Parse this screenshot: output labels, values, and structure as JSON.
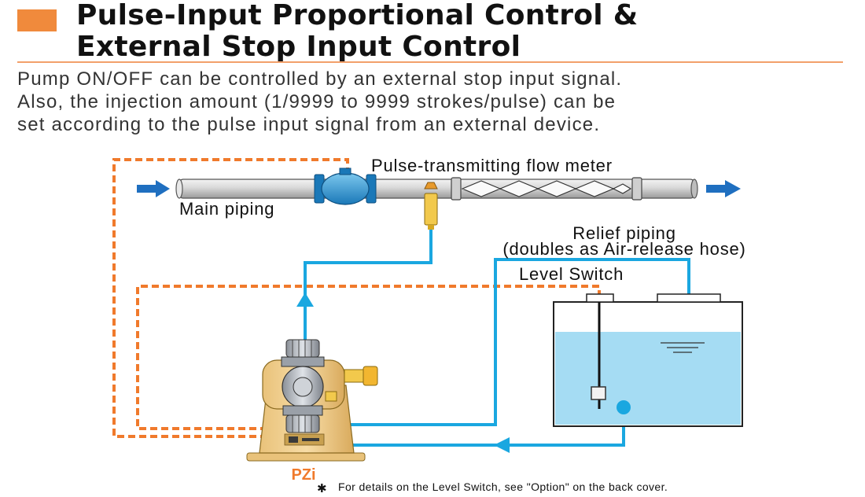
{
  "header": {
    "title_line1": "Pulse-Input Proportional Control &",
    "title_line2": "External Stop Input Control"
  },
  "description": {
    "line1": "Pump ON/OFF can be controlled by an external stop input signal.",
    "line2": "Also, the injection amount (1/9999 to 9999 strokes/pulse) can be",
    "line3": "set according to the pulse input signal from an external device."
  },
  "diagram": {
    "flow_meter_label": "Pulse-transmitting flow meter",
    "main_piping_label": "Main piping",
    "relief_label_line1": "Relief piping",
    "relief_label_line2": "(doubles as Air-release hose)",
    "level_switch_label": "Level Switch",
    "pump_label": "PZi",
    "footnote_mark": "✱",
    "footnote": "For details on the Level Switch, see \"Option\" on the back cover."
  },
  "colors": {
    "accent_orange": "#f08a3c",
    "signal_line_orange": "#f07a2c",
    "water_blue": "#1aa7e0",
    "arrow_blue": "#1f6fc0",
    "tank_water": "#a5dcf3"
  }
}
